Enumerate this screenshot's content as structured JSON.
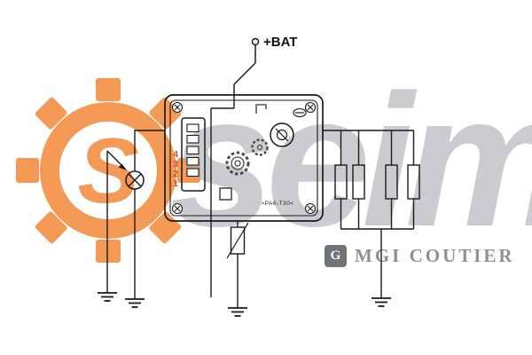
{
  "labels": {
    "battery": "+BAT",
    "part_number": ">PA6-T30<"
  },
  "connector": {
    "pins": [
      "4",
      "3",
      "2",
      "1"
    ]
  },
  "watermark": {
    "logo_letter": "S",
    "brand_script": "seim",
    "logo_glyph": "G",
    "company": "MGI COUTIER"
  },
  "colors": {
    "line": "#1a1a1a",
    "pin_number_red": "#e0482a",
    "brand_orange": "#f5944f",
    "watermark_gray": "#a7abb0",
    "company_gray": "#8d9197"
  }
}
